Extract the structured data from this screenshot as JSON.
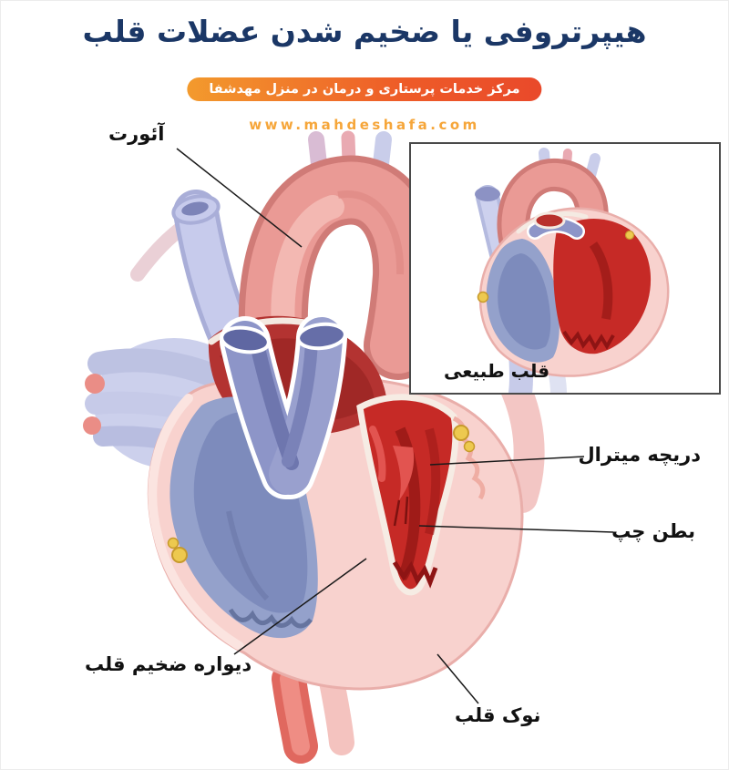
{
  "header": {
    "title": "هیپرتروفی یا ضخیم شدن عضلات قلب",
    "badge": "مرکز خدمات پرستاری و درمان در منزل مهدشفا",
    "website": "www.mahdeshafa.com"
  },
  "inset": {
    "label": "قلب طبیعی"
  },
  "labels": {
    "aorta": "آئورت",
    "mitral_valve": "دریچه میترال",
    "left_ventricle": "بطن چپ",
    "thick_heart_wall": "دیواره ضخیم قلب",
    "heart_apex": "نوک قلب"
  },
  "colors": {
    "title_text": "#1b3766",
    "badge_gradient_start": "#f39a2d",
    "badge_gradient_end": "#e9492a",
    "badge_text": "#ffffff",
    "website_text": "#f6a63a",
    "label_text": "#111111",
    "inset_border": "#4a4a4a",
    "heart_muscle_pink": "#f8d2ce",
    "cavity_red": "#c62a26",
    "right_heart_blue": "#94a1cb",
    "vessel_lavender": "#c7cbec",
    "fat_yellow": "#edc94f"
  }
}
